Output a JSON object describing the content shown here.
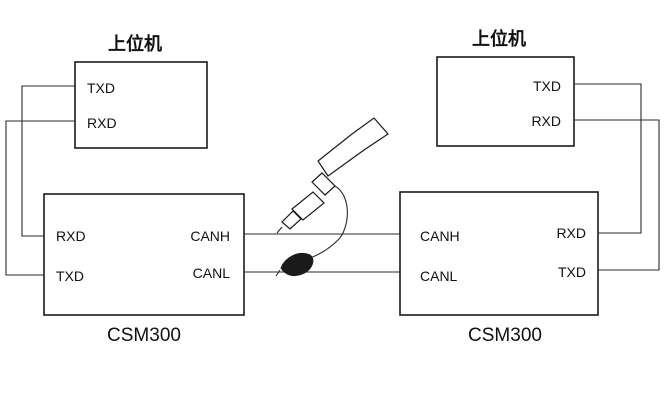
{
  "diagram": {
    "host_left": {
      "title": "上位机",
      "ports": [
        "TXD",
        "RXD"
      ]
    },
    "host_right": {
      "title": "上位机",
      "ports": [
        "TXD",
        "RXD"
      ]
    },
    "csm_left": {
      "name": "CSM300",
      "left_ports": [
        "RXD",
        "TXD"
      ],
      "right_ports": [
        "CANH",
        "CANL"
      ]
    },
    "csm_right": {
      "name": "CSM300",
      "left_ports": [
        "CANH",
        "CANL"
      ],
      "right_ports": [
        "RXD",
        "TXD"
      ]
    },
    "connections": [
      {
        "from": "host_left.TXD",
        "to": "csm_left.RXD"
      },
      {
        "from": "host_left.RXD",
        "to": "csm_left.TXD"
      },
      {
        "from": "csm_left.CANH",
        "to": "csm_right.CANH"
      },
      {
        "from": "csm_left.CANL",
        "to": "csm_right.CANL"
      },
      {
        "from": "csm_right.RXD",
        "to": "host_right.TXD"
      },
      {
        "from": "csm_right.TXD",
        "to": "host_right.RXD"
      }
    ],
    "colors": {
      "line": "#2a2a2a",
      "box_stroke": "#1a1a1a",
      "background": "#ffffff"
    },
    "icons": [
      "oscilloscope-probe-icon",
      "probe-ground-clip-icon"
    ]
  }
}
